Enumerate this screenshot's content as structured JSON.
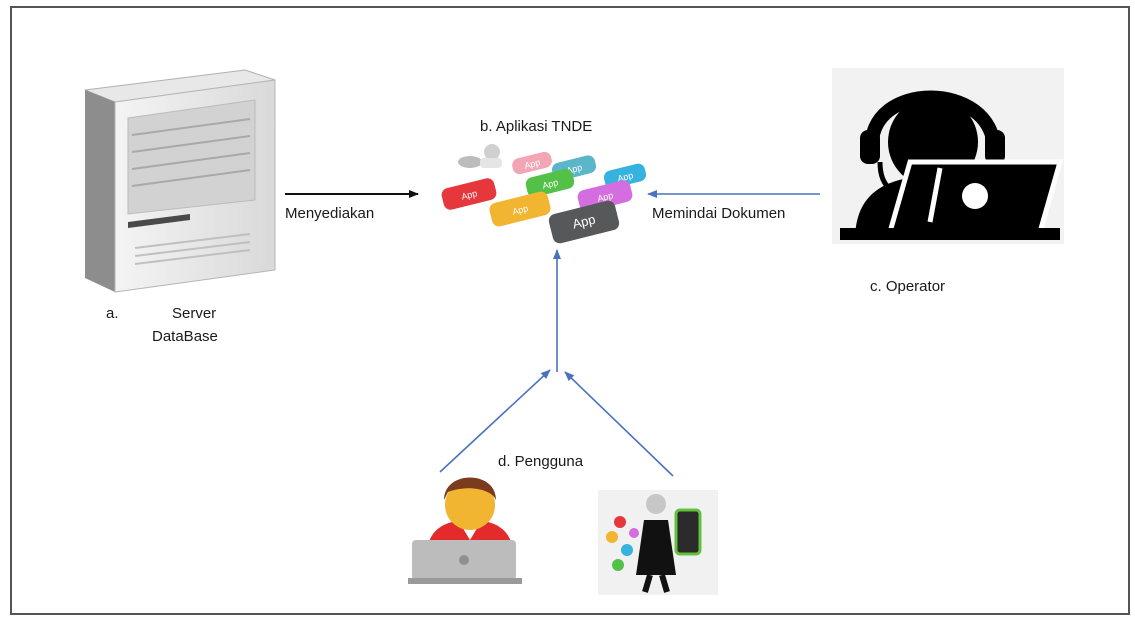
{
  "labels": {
    "server_marker": "a.",
    "server_line1": "Server",
    "server_line2": "DataBase",
    "app_title": "b. Aplikasi TNDE",
    "operator_title": "c. Operator",
    "user_title": "d. Pengguna",
    "provide_edge": "Menyediakan",
    "scan_edge": "Memindai Dokumen"
  },
  "app_tiles": [
    {
      "text": "App",
      "color": "#e5373c"
    },
    {
      "text": "App",
      "color": "#f2b531"
    },
    {
      "text": "App",
      "color": "#57585a"
    },
    {
      "text": "App",
      "color": "#53c047"
    },
    {
      "text": "App",
      "color": "#d46ee0"
    },
    {
      "text": "App",
      "color": "#5ab6c8"
    },
    {
      "text": "App",
      "color": "#36b2de"
    },
    {
      "text": "App",
      "color": "#f2a5b4"
    }
  ],
  "colors": {
    "arrow_black": "#111111",
    "arrow_blue": "#4a72bf",
    "frame": "#555555"
  },
  "icons": [
    "server-icon",
    "app-cluster-icon",
    "operator-headset-icon",
    "user-laptop-icon",
    "user-phone-icon"
  ]
}
